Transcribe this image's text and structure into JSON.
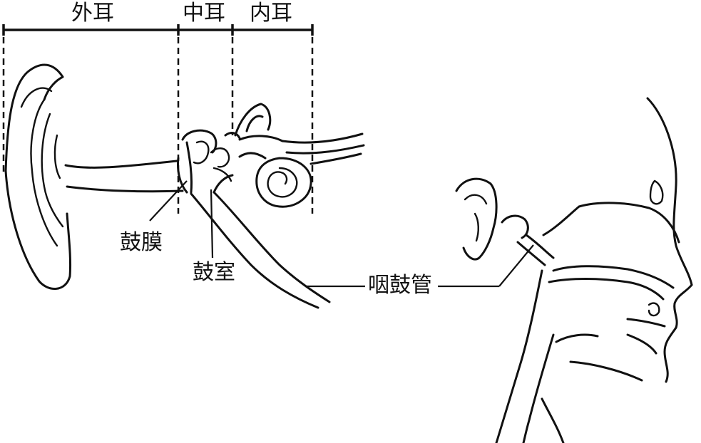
{
  "diagram": {
    "regions": {
      "outer_ear": "外耳",
      "middle_ear": "中耳",
      "inner_ear": "内耳"
    },
    "labels": {
      "eardrum": "鼓膜",
      "tympanic_cavity": "鼓室",
      "eustachian_tube": "咽鼓管"
    }
  }
}
